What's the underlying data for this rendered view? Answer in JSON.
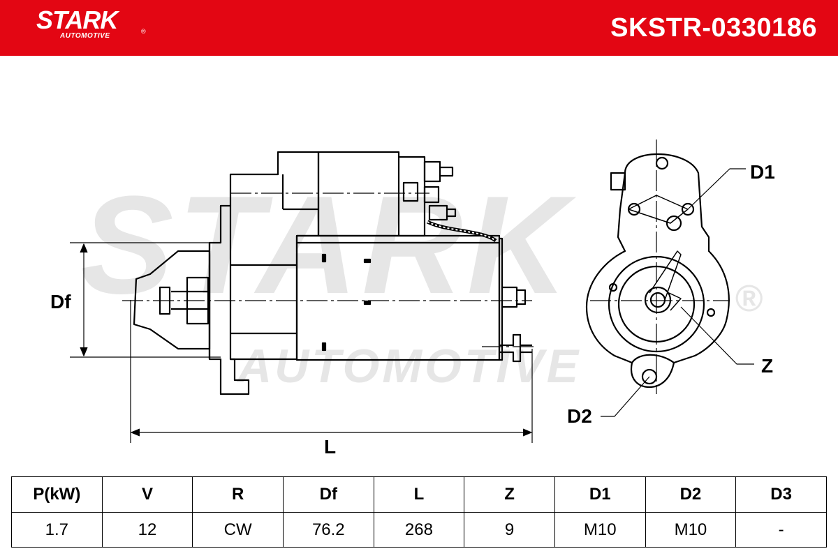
{
  "header": {
    "brand": "STARK",
    "brand_sub": "AUTOMOTIVE",
    "brand_registered": "®",
    "part_number": "SKSTR-0330186",
    "background_color": "#e30613"
  },
  "watermark": {
    "line1": "STARK",
    "line2": "AUTOMOTIVE",
    "registered": "®"
  },
  "drawing": {
    "labels": {
      "diameter": "Df",
      "length": "L",
      "thread1": "D1",
      "teeth": "Z",
      "thread2": "D2"
    }
  },
  "specs": {
    "headers": [
      "P(kW)",
      "V",
      "R",
      "Df",
      "L",
      "Z",
      "D1",
      "D2",
      "D3"
    ],
    "values": [
      "1.7",
      "12",
      "CW",
      "76.2",
      "268",
      "9",
      "M10",
      "M10",
      "-"
    ]
  }
}
